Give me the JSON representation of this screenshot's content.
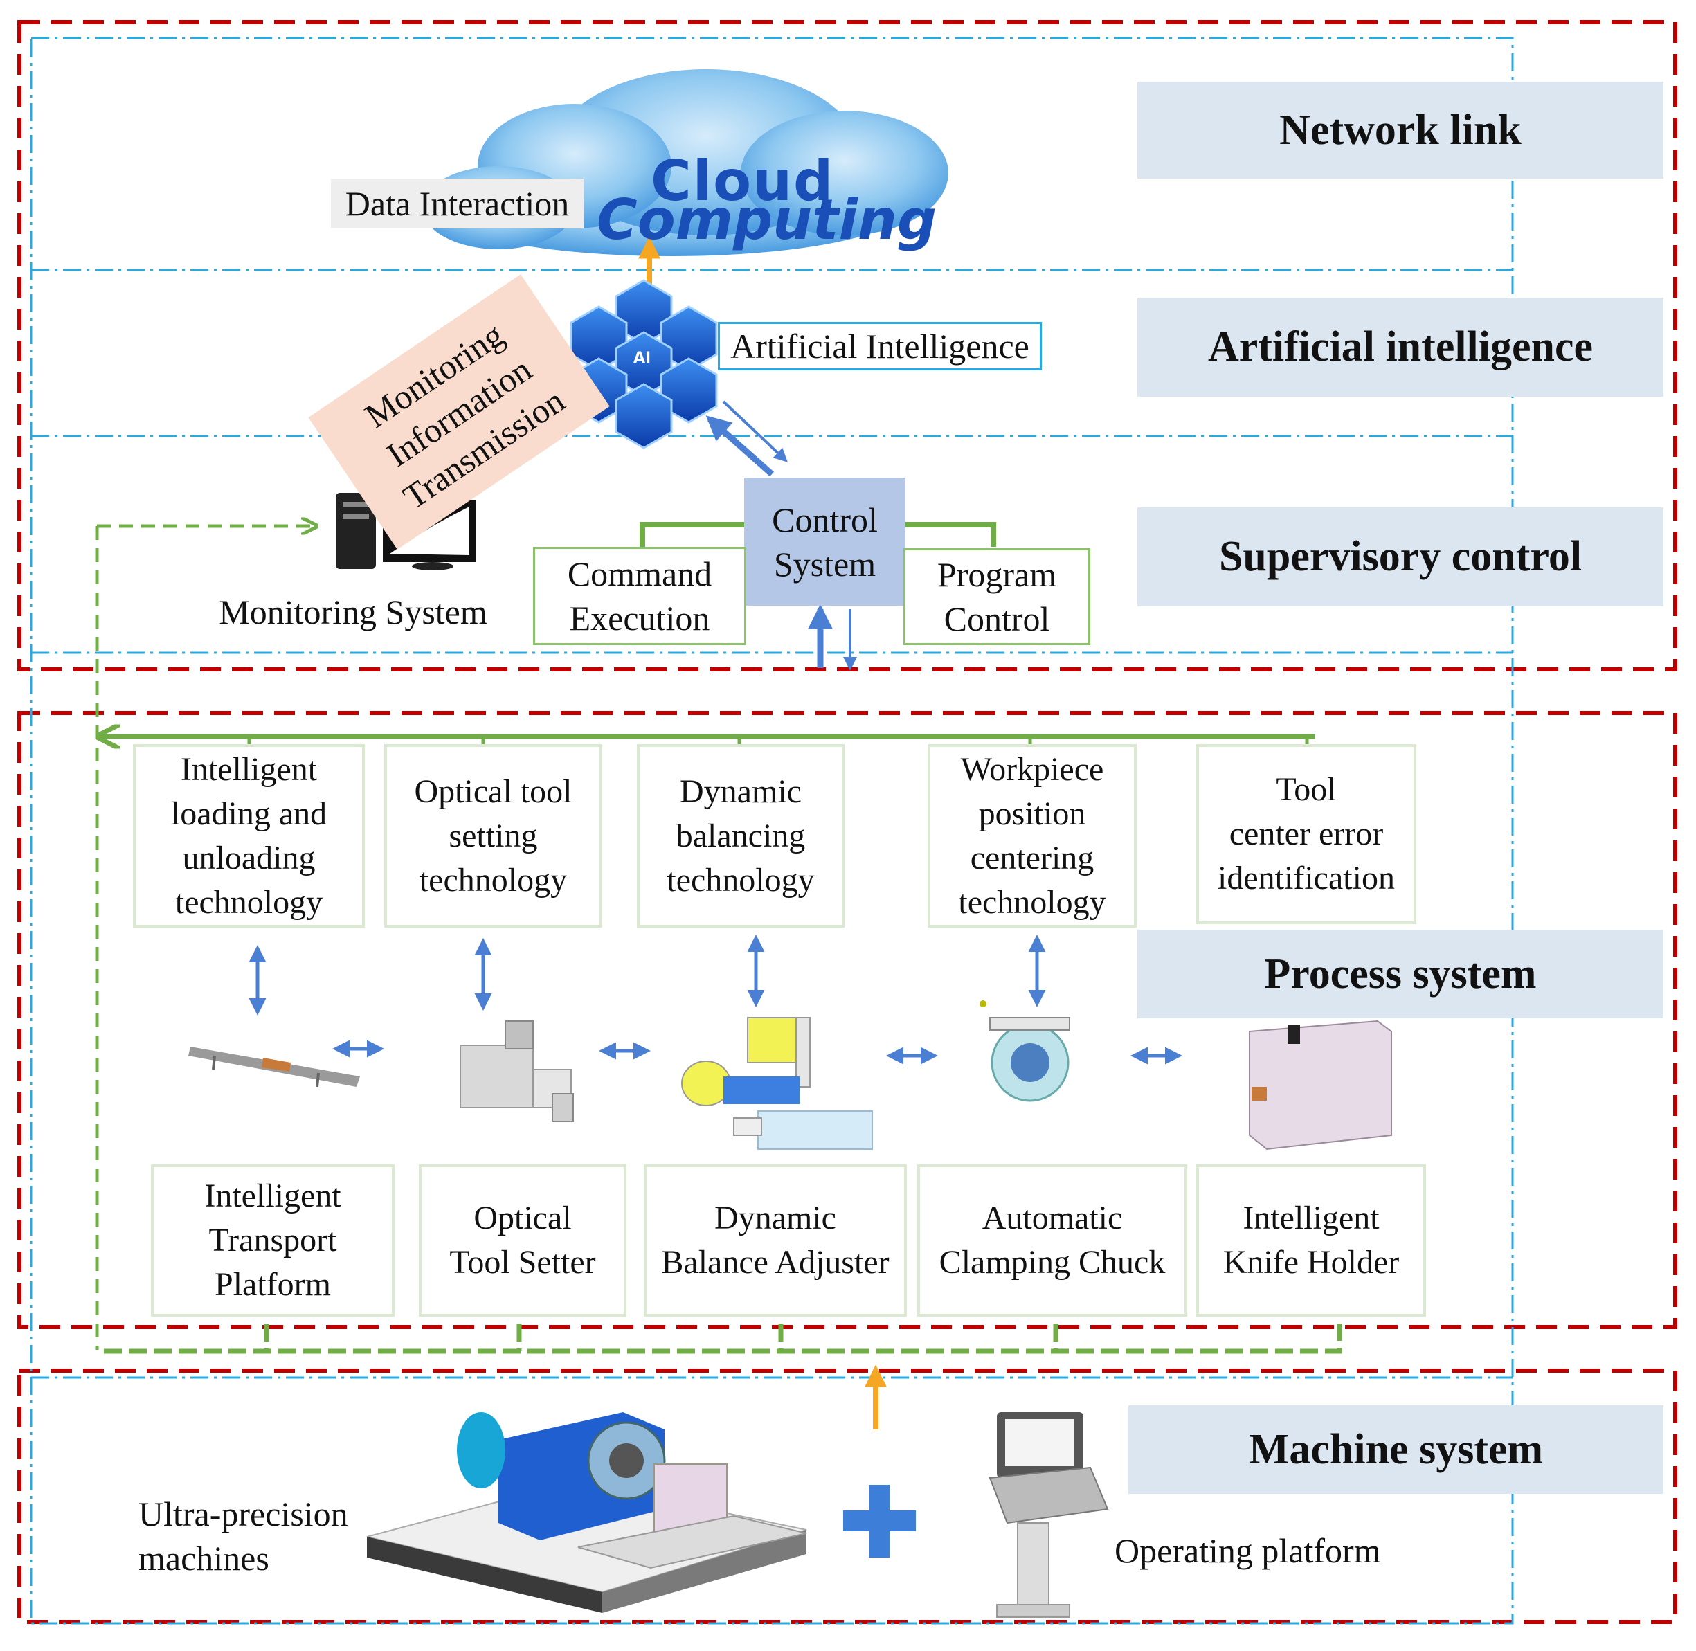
{
  "layers": {
    "network_link": "Network link",
    "artificial_intelligence": "Artificial intelligence",
    "supervisory_control": "Supervisory control",
    "process_system": "Process system",
    "machine_system": "Machine system"
  },
  "cloud": {
    "data_interaction": "Data Interaction",
    "cloud_word": "Cloud",
    "computing_word": "Computing"
  },
  "ai": {
    "label": "Artificial Intelligence",
    "hex_center": "AI",
    "monitoring_transmission": "Monitoring\nInformation\nTransmission"
  },
  "supervisory": {
    "monitoring_system": "Monitoring System",
    "control_system": "Control\nSystem",
    "command_execution": "Command\nExecution",
    "program_control": "Program\nControl"
  },
  "process": {
    "technologies": [
      "Intelligent\nloading and\nunloading\ntechnology",
      "Optical tool\nsetting\ntechnology",
      "Dynamic\nbalancing\ntechnology",
      "Workpiece\nposition\ncentering\ntechnology",
      "Tool\ncenter error\nidentification"
    ],
    "devices": [
      "Intelligent\nTransport\nPlatform",
      "Optical\nTool Setter",
      "Dynamic\nBalance Adjuster",
      "Automatic\nClamping Chuck",
      "Intelligent\nKnife Holder"
    ]
  },
  "machine": {
    "ultra_precision": "Ultra-precision\nmachines",
    "operating_platform": "Operating platform"
  },
  "colors": {
    "red_dash": "#c00000",
    "blue_dashdot": "#27a9e1",
    "green_line": "#70ad47",
    "arrow_blue": "#4a7fd4",
    "arrow_orange": "#f5a623",
    "layer_bg": "#dce6f1"
  }
}
